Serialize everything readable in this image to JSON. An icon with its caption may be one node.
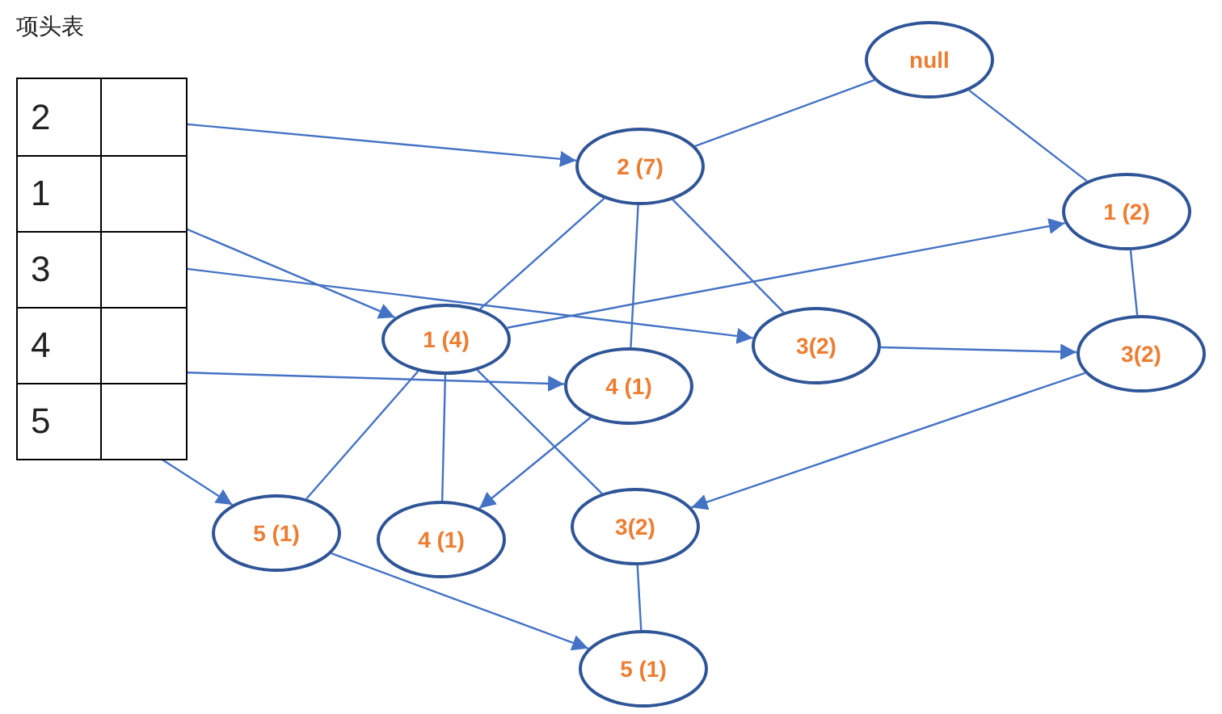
{
  "diagram": {
    "title": "项头表",
    "nodes": [
      {
        "text": [
          "2"
        ]
      },
      {
        "text": [
          "1"
        ]
      },
      {
        "text": [
          "3"
        ]
      },
      {
        "text": [
          "4"
        ]
      },
      {
        "text": [
          "5"
        ]
      },
      {
        "text": [
          "null"
        ]
      },
      {
        "text": [
          "2 (7)"
        ]
      },
      {
        "text": [
          "1 (2)"
        ]
      },
      {
        "text": [
          "1 (4)"
        ]
      },
      {
        "text": [
          "3(2)"
        ]
      },
      {
        "text": [
          "3(2)"
        ]
      },
      {
        "text": [
          "4 (1)"
        ]
      },
      {
        "text": [
          "5 (1)"
        ]
      },
      {
        "text": [
          "4 (1)"
        ]
      },
      {
        "text": [
          "3(2)"
        ]
      },
      {
        "text": [
          "5 (1)"
        ]
      }
    ],
    "edges": [
      {
        "from": 5,
        "to": 6,
        "arrow": "none"
      },
      {
        "from": 5,
        "to": 7,
        "arrow": "none"
      },
      {
        "from": 6,
        "to": 8,
        "arrow": "none"
      },
      {
        "from": 6,
        "to": 11,
        "arrow": "none"
      },
      {
        "from": 6,
        "to": 9,
        "arrow": "none"
      },
      {
        "from": 7,
        "to": 10,
        "arrow": "none"
      },
      {
        "from": 8,
        "to": 12,
        "arrow": "none"
      },
      {
        "from": 8,
        "to": 13,
        "arrow": "none"
      },
      {
        "from": 8,
        "to": 14,
        "arrow": "none"
      },
      {
        "from": 14,
        "to": 15,
        "arrow": "none"
      },
      {
        "from": 0,
        "to": 6,
        "arrow": "to"
      },
      {
        "from": 1,
        "to": 8,
        "arrow": "to"
      },
      {
        "from": 2,
        "to": 9,
        "arrow": "to"
      },
      {
        "from": 3,
        "to": 11,
        "arrow": "to"
      },
      {
        "from": 4,
        "to": 12,
        "arrow": "to"
      },
      {
        "from": 8,
        "to": 7,
        "arrow": "to"
      },
      {
        "from": 9,
        "to": 10,
        "arrow": "to"
      },
      {
        "from": 10,
        "to": 14,
        "arrow": "to"
      },
      {
        "from": 11,
        "to": 13,
        "arrow": "to"
      },
      {
        "from": 12,
        "to": 15,
        "arrow": "to"
      }
    ]
  }
}
